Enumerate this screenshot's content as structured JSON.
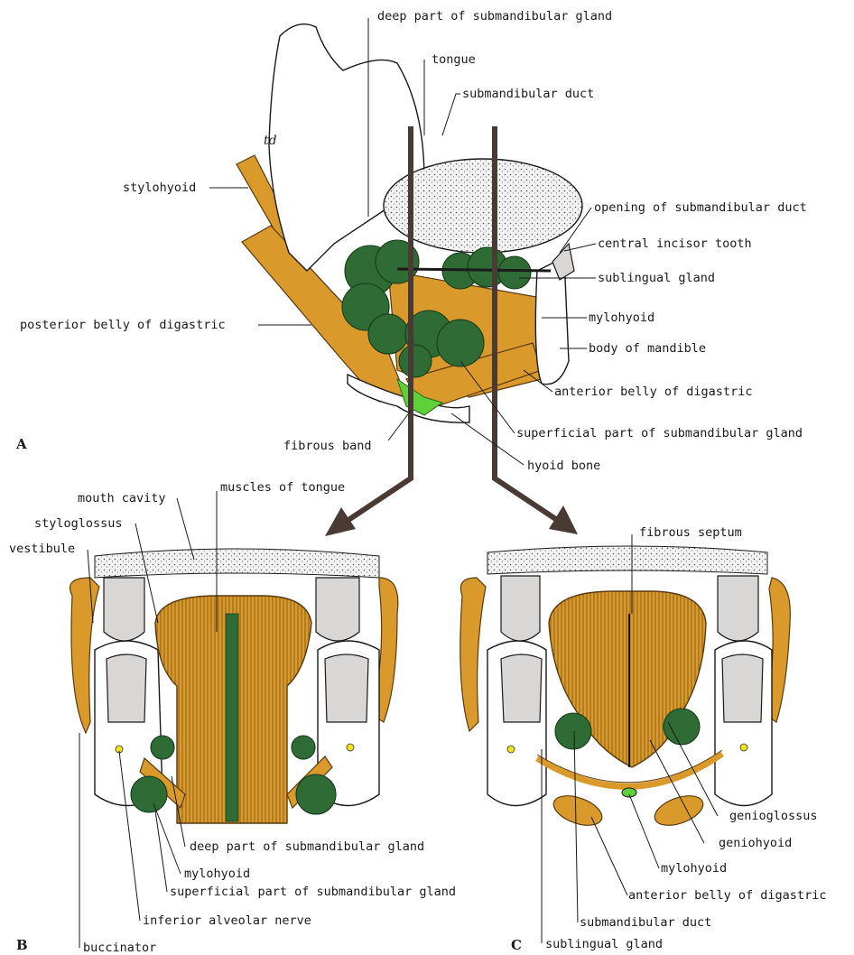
{
  "panel_labels": {
    "a": "A",
    "b": "B",
    "c": "C"
  },
  "handwritten_mark": "td",
  "panel_a": {
    "deep_part": "deep part of submandibular gland",
    "tongue": "tongue",
    "submandibular_duct": "submandibular duct",
    "stylohyoid": "stylohyoid",
    "opening_duct": "opening of submandibular duct",
    "central_incisor": "central incisor tooth",
    "sublingual_gland": "sublingual gland",
    "posterior_belly": "posterior belly of digastric",
    "mylohyoid": "mylohyoid",
    "body_mandible": "body of mandible",
    "anterior_belly": "anterior belly of digastric",
    "superficial_part": "superficial part of submandibular gland",
    "fibrous_band": "fibrous band",
    "hyoid_bone": "hyoid bone"
  },
  "panel_b": {
    "mouth_cavity": "mouth cavity",
    "muscles_tongue": "muscles of tongue",
    "styloglossus": "styloglossus",
    "vestibule": "vestibule",
    "deep_part": "deep part of submandibular gland",
    "mylohyoid": "mylohyoid",
    "superficial_part": "superficial part of submandibular gland",
    "inferior_alveolar": "inferior alveolar nerve",
    "buccinator": "buccinator"
  },
  "panel_c": {
    "fibrous_septum": "fibrous septum",
    "genioglossus": "genioglossus",
    "geniohyoid": "geniohyoid",
    "mylohyoid": "mylohyoid",
    "anterior_belly": "anterior belly of digastric",
    "submandibular_duct": "submandibular duct",
    "sublingual_gland": "sublingual gland"
  },
  "colors": {
    "muscle": "#d99a2b",
    "gland": "#2f6b35",
    "nerve": "#f2e21a",
    "band": "#5fcf3a",
    "arrow": "#4a3a34"
  }
}
